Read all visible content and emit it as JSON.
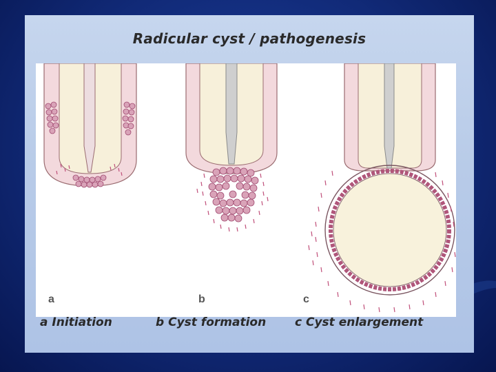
{
  "title": "Radicular cyst / pathogenesis",
  "figure": {
    "panel_letters": [
      "a",
      "b",
      "c"
    ]
  },
  "captions": [
    "a Initiation",
    "b Cyst formation",
    "c Cyst enlargement"
  ],
  "colors": {
    "background": "#1a3a9a",
    "panel": "#bccfea",
    "root_tissue": "#f3d9dd",
    "dentin": "#f7f0da",
    "pulp_canal": "#cfcfcf",
    "cell": "#b0567a",
    "cyst_lumen": "#f8f2dc"
  }
}
